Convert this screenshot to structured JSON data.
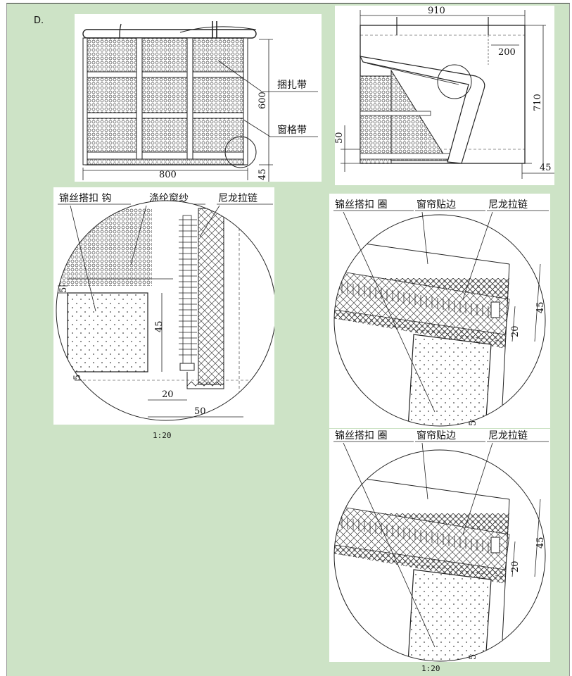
{
  "option_label": "D.",
  "front_view": {
    "width": "800",
    "height": "600",
    "bottom": "45",
    "strap_label": "捆扎带",
    "window_strap_label": "窗格带"
  },
  "side_view": {
    "width": "910",
    "offset": "200",
    "height": "710",
    "bottom_left": "50",
    "bottom_right": "45"
  },
  "detail_left": {
    "hook_label": "锦丝搭扣 钩",
    "screen_label": "涤纶窗纱",
    "zipper_label": "尼龙拉链",
    "dim_top": "5",
    "dim_mid": "45",
    "dim_low": "5",
    "dim_20": "20",
    "dim_50": "50",
    "scale": "1:20"
  },
  "detail_right_1": {
    "loop_label": "锦丝搭扣 圈",
    "trim_label": "窗帘贴边",
    "zipper_label": "尼龙拉链",
    "dim_45": "45",
    "dim_20": "20",
    "dim_5": "5"
  },
  "detail_right_2": {
    "loop_label": "锦丝搭扣 圈",
    "trim_label": "窗帘贴边",
    "zipper_label": "尼龙拉链",
    "dim_45": "45",
    "dim_20": "20",
    "dim_5": "5",
    "scale": "1:20"
  },
  "colors": {
    "background": "#cde3c6",
    "line": "#222222"
  }
}
